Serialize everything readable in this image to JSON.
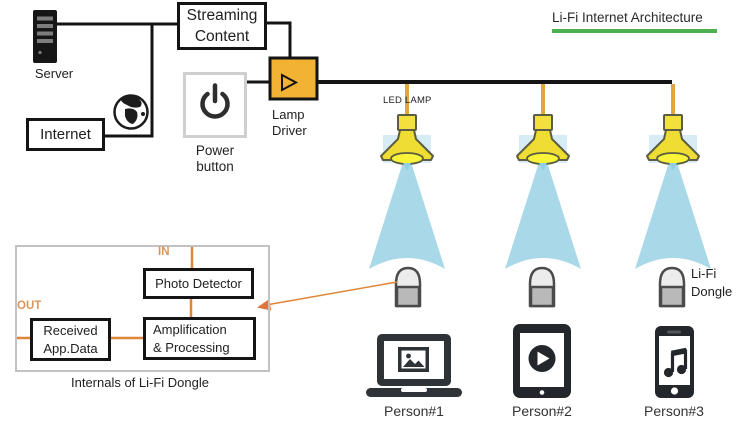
{
  "title": {
    "text": "Li-Fi Internet Architecture",
    "underline_color": "#4caf50"
  },
  "nodes": {
    "server": {
      "label": "Server"
    },
    "streaming_content": {
      "line1": "Streaming",
      "line2": "Content"
    },
    "internet": {
      "label": "Internet"
    },
    "power_button": {
      "line1": "Power",
      "line2": "button"
    },
    "lamp_driver": {
      "line1": "Lamp",
      "line2": "Driver"
    },
    "led_lamp": {
      "label": "LED LAMP"
    },
    "lifi_dongle": {
      "line1": "Li-Fi",
      "line2": "Dongle"
    }
  },
  "dongle_internals": {
    "in_label": "IN",
    "out_label": "OUT",
    "photo_detector_label": "Photo Detector",
    "amplification": {
      "line1": "Amplification",
      "line2": "& Processing"
    },
    "received_data": {
      "line1": "Received",
      "line2": "App.Data"
    },
    "caption": "Internals of Li-Fi Dongle"
  },
  "receivers": [
    {
      "device": "laptop",
      "label": "Person#1"
    },
    {
      "device": "tablet",
      "label": "Person#2"
    },
    {
      "device": "smartphone",
      "label": "Person#3"
    }
  ],
  "colors": {
    "accent_green": "#4caf50",
    "accent_orange": "#de8638",
    "lamp_yellow": "#f2e13c",
    "driver_amber": "#f2b233",
    "light_cone_blue": "#a9d8e8",
    "wire_black": "#141414"
  }
}
